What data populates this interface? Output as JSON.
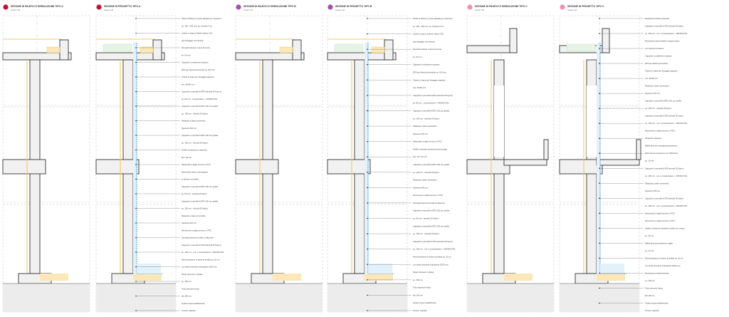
{
  "panels": [
    {
      "title": "SEZIONE DI RILIEVO E DEMOLIZIONE TIPO A",
      "scale": "Scala 1:20",
      "marker_color": "#c8102e",
      "labels": []
    },
    {
      "title": "SEZIONE DI PROGETTO TIPO A",
      "scale": "Scala 1:20",
      "marker_color": "#c8102e",
      "labels": [
        "Strato di finitura in pietra (ghiaia) per copertura",
        "sp. 150 ÷ 500 mm; sp. bordura 4 cm",
        "Listello in legno di abete classe C18",
        "(per fissaggio membrana)",
        "Pannello isolante in lana di roccia",
        "sp. 60 mm",
        "Cappotto in polistirene espanso",
        "EPS per fascia perimetrale sp. 100 mm",
        "Tirante in legno per fissaggio cappotto",
        "sez. 30x60 mm",
        "Cappotto in pannelli di EPS (densità 25 Kg/mc)",
        "sp. 80 mm - compressione > 200/300 KPa",
        "Cappotto in pannelli di EPS 100 con grafite",
        "sp. 100 mm - densità 20 Kg/mc",
        "Rasatura a base cementizia",
        "Spessore 5/6 mm",
        "Cappotto in pannelli di EPS 100 con grafite",
        "sp. 100 mm - densità 20 Kg/mc",
        "Profilo di partenza in alluminio",
        "dim. 30 mm",
        "Davanzale a taglio termico in PVC",
        "Davanzale interno cartongesso",
        "in lamiera verniciata",
        "Cappotto in pannelli di EPS 100 con grafite",
        "sp. 80 mm - densità 20 Kg/mc",
        "Cappotto in pannelli di EPS 100 con grafite",
        "sp. 100 mm - densità 20 Kg/mc",
        "Rasatura a base cementizia",
        "Spessore 5/6 mm",
        "Serramento a taglio termico in PVC",
        "Sovrapposizione di profilo di alluminio",
        "Cappotto in pannelli di XPS (densità 25 Kg/mc)",
        "sp. 100 mm - res. a compressione > 200/300 KPa",
        "Pavimentazione in lastre di porfido sp. 10 cm",
        "con strato drenante sottostante 10/20 mm",
        "Strato drenante in ghiaia",
        "sp. 150 mm",
        "Tubo drenante forato",
        "dia 100 mm",
        "Guaina impermeabilizzante",
        "Terreno naturale"
      ]
    },
    {
      "title": "SEZIONE DI RILIEVO E DEMOLIZIONE TIPO B",
      "scale": "Scala 1:20",
      "marker_color": "#a44fb0",
      "labels": []
    },
    {
      "title": "SEZIONE DI PROGETTO TIPO B",
      "scale": "Scala 1:20",
      "marker_color": "#a44fb0",
      "labels": [
        "Strato di finitura in pietra (ghiaia) per copertura",
        "sp. 150 ÷ 500 mm; sp. bordura 4 cm",
        "Listello in legno di abete classe C18",
        "(per fissaggio membrana)",
        "Pannello isolante in lana di roccia",
        "sp. 60 mm",
        "Cappotto in polistirene espanso",
        "EPS per fascia perimetrale sp. 100 mm",
        "Tirante in legno per fissaggio cappotto",
        "sez. 30x60 mm",
        "Cappotto in pannelli di EPS (densità 25 Kg/mc)",
        "sp. 80 mm - compressione > 200/300 KPa",
        "Cappotto in pannelli di EPS 100 con grafite",
        "sp. 100 mm - densità 20 Kg/mc",
        "Rasatura a base cementizia",
        "Spessore 5/6 mm",
        "Davanzale a taglio termico in PVC",
        "Profilo in lamiera (sezione preverniciata)",
        "dim. 30 x 60 mm",
        "Cappotto in pannelli di EPS 100 con grafite",
        "sp. 100 mm - densità 20 Kg/mc",
        "Rasatura a base cementizia",
        "Spessore 5/6 mm",
        "Serramento a taglio termico in PVC",
        "Sovrapposizione di profilo di alluminio",
        "Cappotto in pannelli di EPS 100 con grafite",
        "sp. 80 mm - densità 20 Kg/mc",
        "Cappotto in pannelli di EPS 100 con grafite",
        "sp. 100 mm - densità 20 Kg/mc",
        "Cappotto in pannelli di XPS (densità 25 Kg/mc)",
        "sp. 100 mm - res. a compressione > 200/300 KPa",
        "Pavimentazione in lastre di porfido sp. 10 cm",
        "con strato drenante sottostante 10/20 mm",
        "Strato drenante in ghiaia",
        "sp. 150 mm",
        "Tubo drenante forato",
        "dia 100 mm",
        "Guaina impermeabilizzante",
        "Terreno naturale"
      ]
    },
    {
      "title": "SEZIONE DI RILIEVO E DEMOLIZIONE TIPO C",
      "scale": "Scala 1:20",
      "marker_color": "#ef8fb0",
      "labels": []
    },
    {
      "title": "SEZIONE DI PROGETTO TIPO C",
      "scale": "Scala 1:20",
      "marker_color": "#ef8fb0",
      "labels": [
        "Massetto di finitura pedonale",
        "Cappotto in pannelli di XPS densità 35 Kg/mc",
        "sp. 100 mm - res. a compressione > 200/300 KPa",
        "Membrana impermeabile a doppio strato",
        "con tessuto di rinforzo",
        "Cappotto in polistirene espanso",
        "EPS per fascia perimetrale",
        "Tirante in legno per fissaggio cappotto",
        "sez. 30x60 mm",
        "Rasatura a base cementizia",
        "Spessore 5/6 mm",
        "Cappotto in pannelli di EPS 100 con grafite",
        "sp. 100 mm - densità 20 Kg/mc",
        "Cappotto in pannelli di XPS densità 35 Kg/mc",
        "sp. 100 mm - res. a compressione > 200/300 KPa",
        "Serramento a taglio termico in PVC",
        "Parapetto esistente",
        "Raffrontina per sovrapposizionamento",
        "Ravvivatura a spessore per infiltrazioni",
        "sp. 10 mm",
        "Cappotto in pannelli di XPS densità 35 Kg/mc",
        "sp. 100 mm - res. a compressione > 200/300 KPa",
        "Rasatura a base cementizia",
        "Spessore 5/6 mm",
        "Cappotto in pannelli di XPS densità 35 Kg/mc",
        "sp. 100 mm - res. a compressione > 200/300 KPa",
        "Serramento a taglio termico in PVC",
        "Serramento a taglio termico in PVC",
        "Soglia in cemento naturale in pietra non resina",
        "sp. 30 mm",
        "Raffrontina per protezione soglia",
        "sp. 10 mm",
        "Pavimentazione in lastre di porfido sp. 10 cm",
        "con strato drenante sottostante 10/20 mm",
        "Membrana a sbalzo/isolante",
        "sp. 150 mm",
        "Tubo drenante forato",
        "dia 100 mm",
        "Guaina impermeabilizzante",
        "Terreno naturale"
      ]
    }
  ]
}
